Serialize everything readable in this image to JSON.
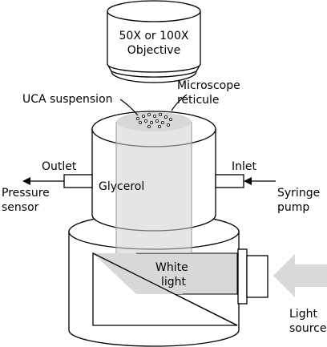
{
  "labels": {
    "objective_line1": "50X or 100X",
    "objective_line2": "Objective",
    "reticule_line1": "Microscope",
    "reticule_line2": "reticule",
    "uca": "UCA suspension",
    "outlet": "Outlet",
    "inlet": "Inlet",
    "glycerol": "Glycerol",
    "pressure_line1": "Pressure",
    "pressure_line2": "sensor",
    "syringe_line1": "Syringe",
    "syringe_line2": "pump",
    "white_light_line1": "White",
    "white_light_line2": "light",
    "light_source_line1": "Light",
    "light_source_line2": "source"
  },
  "colors": {
    "stroke": "#000000",
    "light_beam": "#d8d8d8",
    "light_arrow": "#d9d9d9",
    "background": "#ffffff"
  }
}
